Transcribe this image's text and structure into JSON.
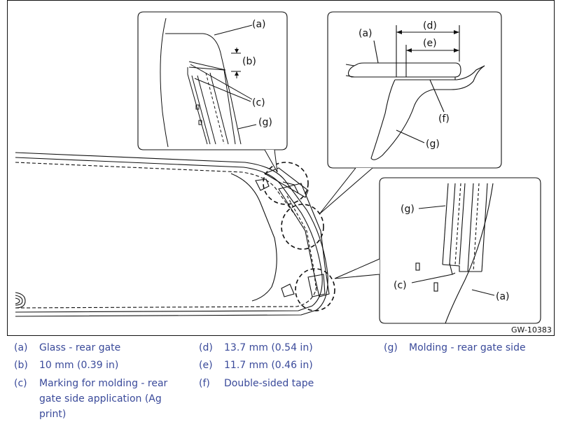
{
  "figure": {
    "id": "GW-10383",
    "callouts": {
      "a": "(a)",
      "b": "(b)",
      "c": "(c)",
      "d": "(d)",
      "e": "(e)",
      "f": "(f)",
      "g": "(g)"
    }
  },
  "legend": [
    {
      "key": "(a)",
      "text": "Glass - rear gate"
    },
    {
      "key": "(b)",
      "text": "10 mm (0.39 in)"
    },
    {
      "key": "(c)",
      "text": "Marking for molding - rear gate side application (Ag print)"
    },
    {
      "key": "(d)",
      "text": "13.7 mm (0.54 in)"
    },
    {
      "key": "(e)",
      "text": "11.7 mm (0.46 in)"
    },
    {
      "key": "(f)",
      "text": "Double-sided tape"
    },
    {
      "key": "(g)",
      "text": "Molding - rear gate side"
    }
  ],
  "colors": {
    "legend_text": "#3a4a9a",
    "line": "#111111"
  }
}
